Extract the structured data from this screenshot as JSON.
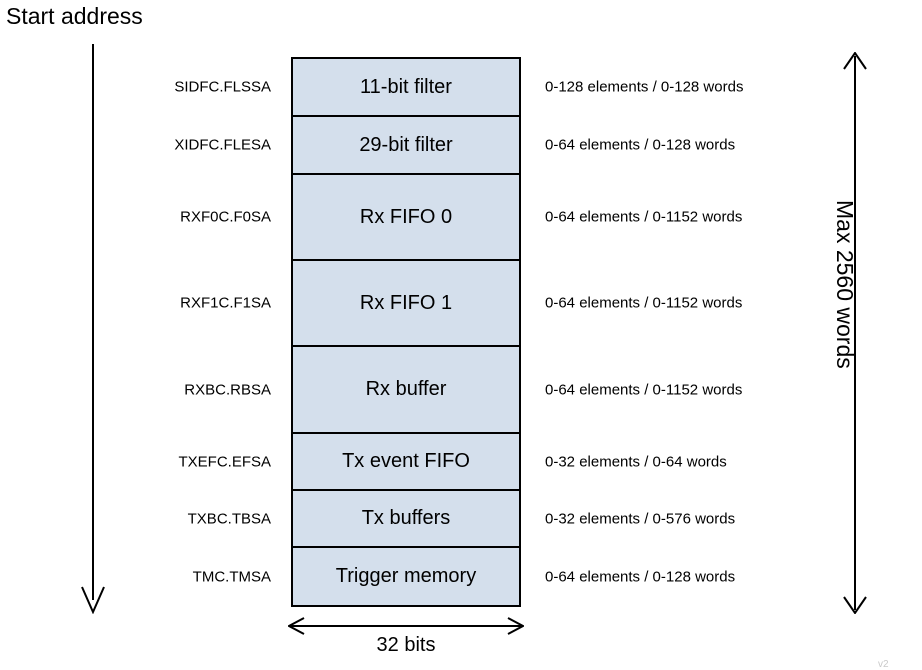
{
  "diagram": {
    "title": "Start address",
    "fill_color": "#d4dfec",
    "stroke_color": "#000000",
    "width_label": "32 bits",
    "max_label": "Max 2560 words",
    "corner_mark": "v2",
    "rows": [
      {
        "register": "SIDFC.FLSSA",
        "name": "11-bit filter",
        "size": "0-128 elements / 0-128 words",
        "height": 58
      },
      {
        "register": "XIDFC.FLESA",
        "name": "29-bit filter",
        "size": "0-64 elements / 0-128 words",
        "height": 58
      },
      {
        "register": "RXF0C.F0SA",
        "name": "Rx FIFO 0",
        "size": "0-64 elements / 0-1152 words",
        "height": 86
      },
      {
        "register": "RXF1C.F1SA",
        "name": "Rx FIFO 1",
        "size": "0-64 elements / 0-1152 words",
        "height": 86
      },
      {
        "register": "RXBC.RBSA",
        "name": "Rx buffer",
        "size": "0-64 elements / 0-1152 words",
        "height": 87
      },
      {
        "register": "TXEFC.EFSA",
        "name": "Tx event FIFO",
        "size": "0-32 elements / 0-64 words",
        "height": 57
      },
      {
        "register": "TXBC.TBSA",
        "name": "Tx buffers",
        "size": "0-32 elements / 0-576 words",
        "height": 57
      },
      {
        "register": "TMC.TMSA",
        "name": "Trigger memory",
        "size": "0-64 elements / 0-128 words",
        "height": 57
      }
    ]
  }
}
